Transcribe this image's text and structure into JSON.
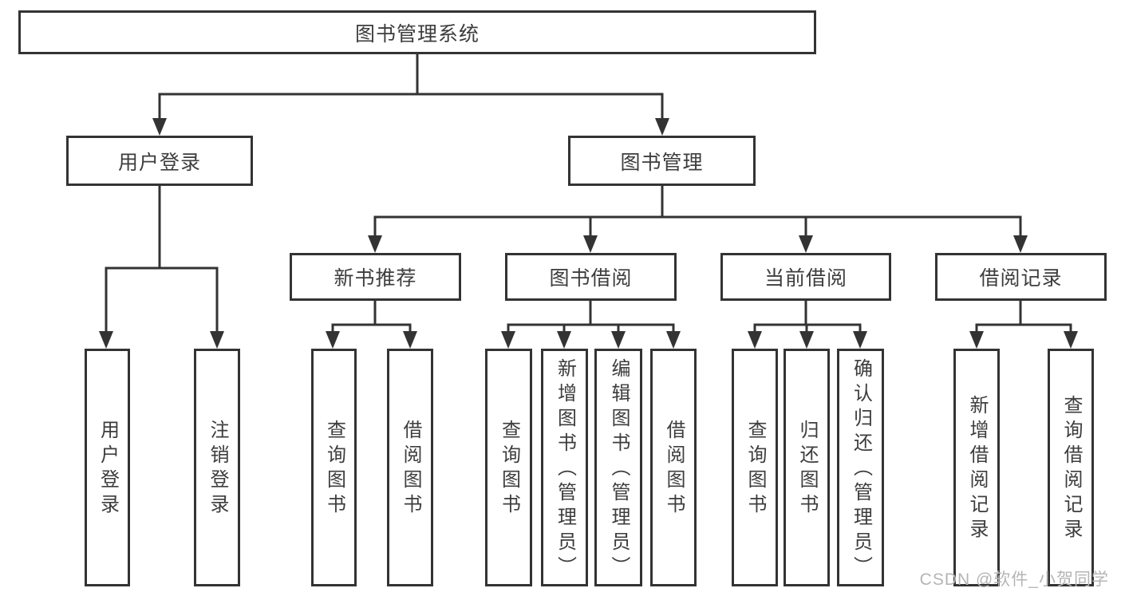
{
  "diagram": {
    "title": "图书管理系统",
    "root": {
      "label": "图书管理系统"
    },
    "level2": [
      {
        "label": "用户登录"
      },
      {
        "label": "图书管理"
      }
    ],
    "level3": [
      {
        "label": "新书推荐"
      },
      {
        "label": "图书借阅"
      },
      {
        "label": "当前借阅"
      },
      {
        "label": "借阅记录"
      }
    ],
    "leaves": {
      "user_login": [
        "用户登录",
        "注销登录"
      ],
      "new_book_recommend": [
        "查询图书",
        "借阅图书"
      ],
      "book_borrowing": [
        "查询图书",
        "新增图书（管理员）",
        "编辑图书（管理员）",
        "借阅图书"
      ],
      "current_borrowing": [
        "查询图书",
        "归还图书",
        "确认归还（管理员）"
      ],
      "borrowing_records": [
        "新增借阅记录",
        "查询借阅记录"
      ]
    }
  },
  "watermark": {
    "text": "CSDN @软件_小贺同学"
  },
  "colors": {
    "line": "#333333",
    "box_border": "#333333",
    "text": "#3d3d3d",
    "watermark": "#b5b5b5",
    "background": "#ffffff"
  }
}
